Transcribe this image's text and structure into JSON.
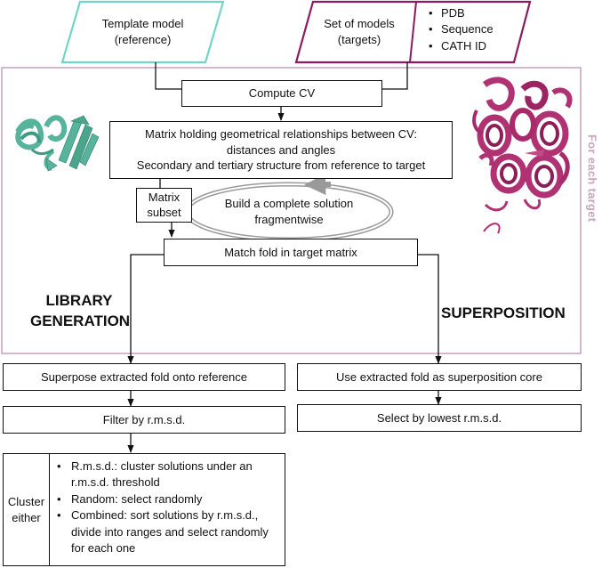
{
  "inputs": {
    "template": {
      "line1": "Template model",
      "line2": "(reference)"
    },
    "set": {
      "line1": "Set of models",
      "line2": "(targets)"
    },
    "target_formats": [
      "PDB",
      "Sequence",
      "CATH ID"
    ]
  },
  "loop_label": "For each target",
  "steps": {
    "compute_cv": "Compute CV",
    "matrix": {
      "line1": "Matrix holding geometrical relationships between CV:",
      "line2": "distances and angles",
      "line3": "Secondary and tertiary structure from reference to target"
    },
    "matrix_subset": {
      "line1": "Matrix",
      "line2": "subset"
    },
    "build_solution": {
      "line1": "Build a complete solution",
      "line2": "fragmentwise"
    },
    "match_fold": "Match fold in target matrix"
  },
  "sections": {
    "library": {
      "line1": "LIBRARY",
      "line2": "GENERATION"
    },
    "superposition": "SUPERPOSITION"
  },
  "library_steps": {
    "superpose": "Superpose extracted fold onto reference",
    "filter": "Filter by r.m.s.d.",
    "cluster_label": {
      "line1": "Cluster",
      "line2": "either"
    },
    "cluster_options": [
      "R.m.s.d.: cluster solutions under an r.m.s.d. threshold",
      "Random: select randomly",
      "Combined: sort solutions by r.m.s.d., divide into ranges and select randomly for each one"
    ]
  },
  "superposition_steps": {
    "core": "Use extracted fold as superposition core",
    "select": "Select by lowest r.m.s.d."
  },
  "colors": {
    "template_border": "#6fd6c6",
    "set_border": "#8b1a5e",
    "loop_frame": "#c9a6bf",
    "loop_label": "#c9a6bf",
    "reference_protein": "#56b39c",
    "target_protein": "#b03272",
    "cycle_arrow": "#9a9a9a"
  }
}
